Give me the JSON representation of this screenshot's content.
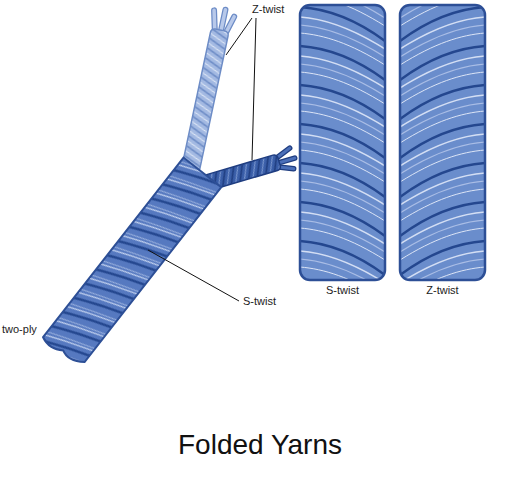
{
  "diagram": {
    "caption": "Folded Yarns",
    "labels": [
      "Z-twist",
      "S-twist",
      "two-ply",
      "S-twist",
      "Z-twist"
    ]
  }
}
